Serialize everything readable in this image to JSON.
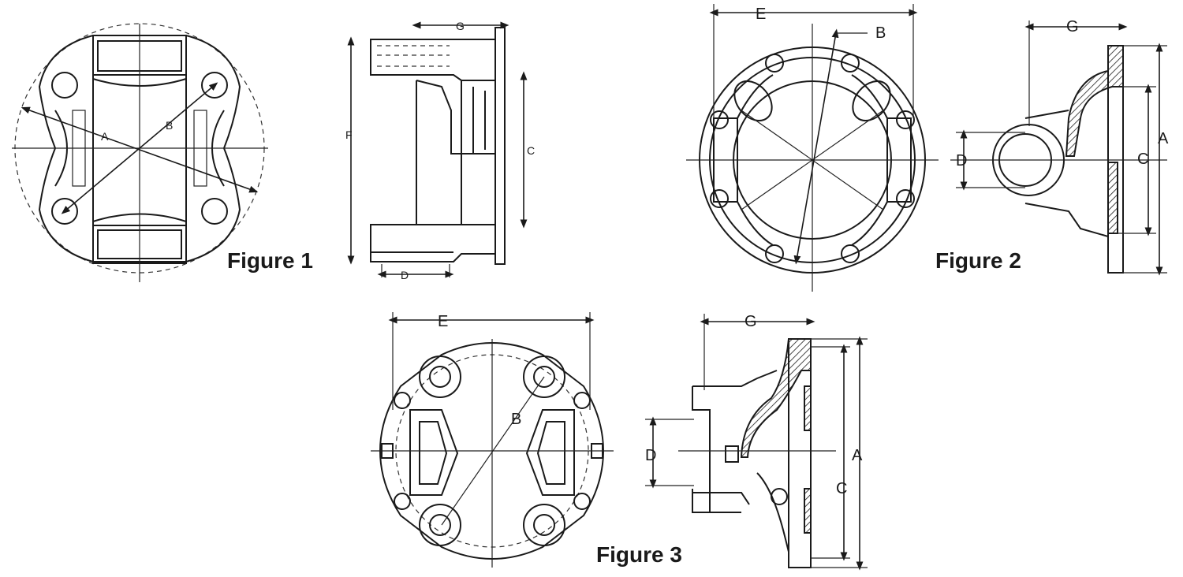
{
  "figures": [
    {
      "caption": "Figure 1",
      "labels": {
        "A": "A",
        "B": "B",
        "C": "C",
        "D": "D",
        "F": "F",
        "G": "G"
      }
    },
    {
      "caption": "Figure 2",
      "labels": {
        "A": "A",
        "B": "B",
        "C": "C",
        "D": "D",
        "E": "E",
        "G": "G"
      }
    },
    {
      "caption": "Figure 3",
      "labels": {
        "A": "A",
        "B": "B",
        "C": "C",
        "D": "D",
        "E": "E",
        "G": "G"
      }
    }
  ]
}
